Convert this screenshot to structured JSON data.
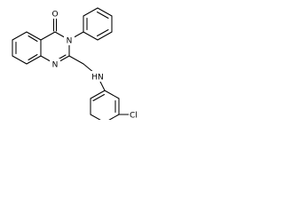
{
  "molecule": {
    "atom_labels": {
      "carbonyl_oxygen": "O",
      "ring_nitrogen_3": "N",
      "ring_nitrogen_1": "N",
      "amine": "HN",
      "chlorine": "Cl"
    }
  }
}
